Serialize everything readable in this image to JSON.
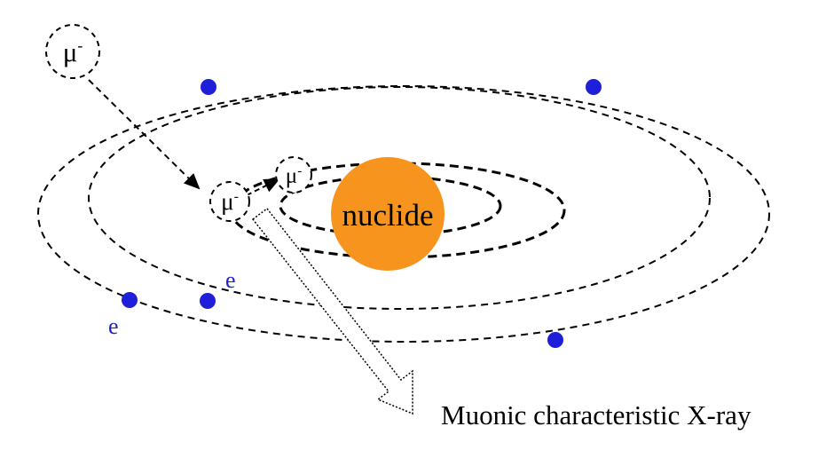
{
  "labels": {
    "nucleus": "nuclide",
    "electron_label_1": "e",
    "electron_label_2": "e",
    "xray_caption": "Muonic characteristic X-ray",
    "muon_base": "μ",
    "muon_charge": "-"
  },
  "colors": {
    "nucleus_fill": "#F7941D",
    "electron_fill": "#1F1FD9",
    "electron_label": "#1F1FD9",
    "orbit_stroke": "#000000",
    "text": "#000000"
  }
}
